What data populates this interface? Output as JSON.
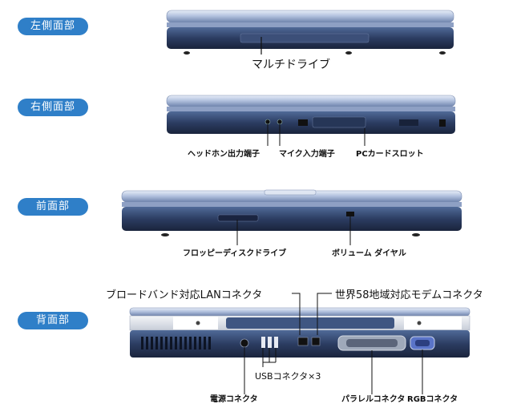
{
  "sections": {
    "left": {
      "tag": "左側面部",
      "labels": {
        "drive": "マルチドライブ"
      }
    },
    "right": {
      "tag": "右側面部",
      "labels": {
        "headphone": "ヘッドホン出力端子",
        "mic": "マイク入力端子",
        "pccard": "PCカードスロット"
      }
    },
    "front": {
      "tag": "前面部",
      "labels": {
        "floppy": "フロッピーディスクドライブ",
        "volume": "ボリューム ダイヤル"
      }
    },
    "back": {
      "tag": "背面部",
      "labels": {
        "lan": "ブロードバンド対応LANコネクタ",
        "modem": "世界58地域対応モデムコネクタ",
        "usb": "USBコネクタ×3",
        "power": "電源コネクタ",
        "parallel": "パラレルコネクタ",
        "rgb": "RGBコネクタ"
      }
    }
  },
  "colors": {
    "tag_bg": "#2f7fc8",
    "lid": "#9fb3d6",
    "body_dark": "#1f2c4a",
    "body_mid": "#3c4f78"
  }
}
